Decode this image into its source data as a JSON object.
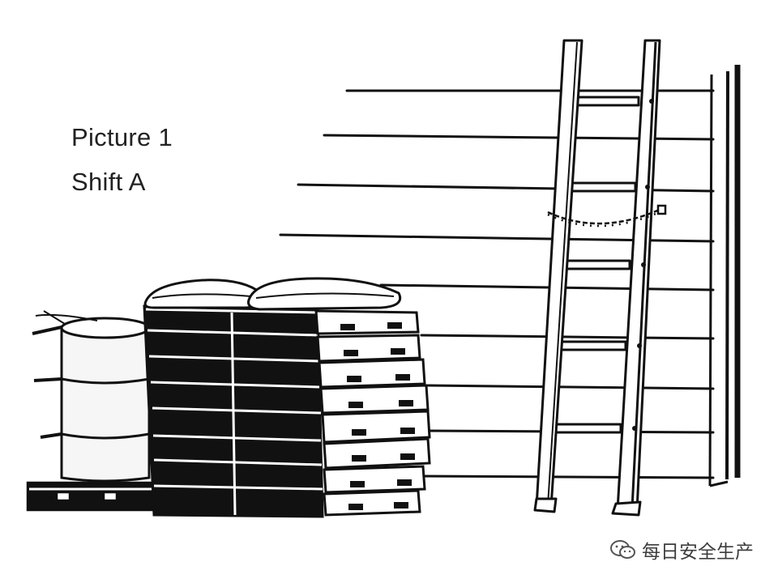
{
  "picture": {
    "title": "Picture 1",
    "subtitle": "Shift A"
  },
  "watermark": {
    "text": "每日安全生产",
    "icon": "wechat-icon"
  },
  "scene": {
    "objects": [
      "building-wall-siding",
      "ladder",
      "chain",
      "pallet-stack",
      "sacks",
      "oil-drum",
      "floor-pallet"
    ],
    "palette": {
      "ink": "#111111",
      "paper": "#ffffff",
      "drum": "#f6f6f6"
    }
  }
}
